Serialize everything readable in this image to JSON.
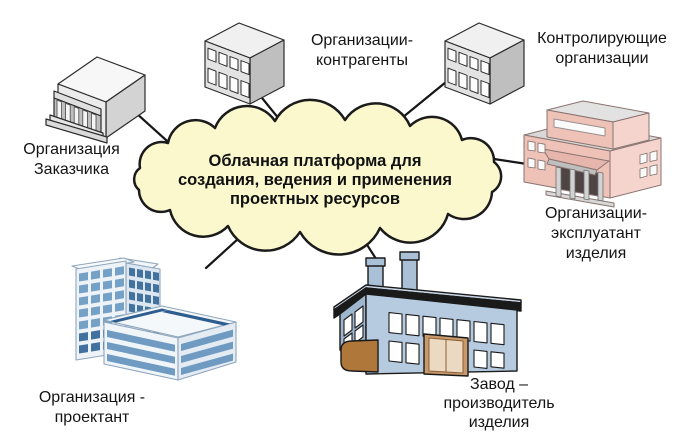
{
  "diagram": {
    "cloud": {
      "lines": [
        "Облачная платформа для",
        "создания, ведения и применения",
        "проектных ресурсов"
      ],
      "fill_color": "#FBF8CE",
      "outline_color": "#1B1B1B"
    },
    "nodes": [
      {
        "id": "customer-organization",
        "icon": "bank-building-icon",
        "lines": [
          "Организация",
          "Заказчика"
        ]
      },
      {
        "id": "contractor-organizations",
        "icon": "office-building-icon",
        "lines": [
          "Организации-",
          "контрагенты"
        ]
      },
      {
        "id": "controlling-organizations",
        "icon": "office-building-icon",
        "lines": [
          "Контролирующие",
          "организации"
        ]
      },
      {
        "id": "operator-organizations",
        "icon": "institution-building-icon",
        "lines": [
          "Организации-",
          "эксплуатант",
          "изделия"
        ]
      },
      {
        "id": "designer-organization",
        "icon": "office-towers-icon",
        "lines": [
          "Организация -",
          "проектант"
        ]
      },
      {
        "id": "manufacturer-plant",
        "icon": "factory-icon",
        "lines": [
          "Завод –",
          "производитель",
          "изделия"
        ]
      }
    ],
    "connector_color": "#161616",
    "background_color": "#FFFFFF"
  }
}
